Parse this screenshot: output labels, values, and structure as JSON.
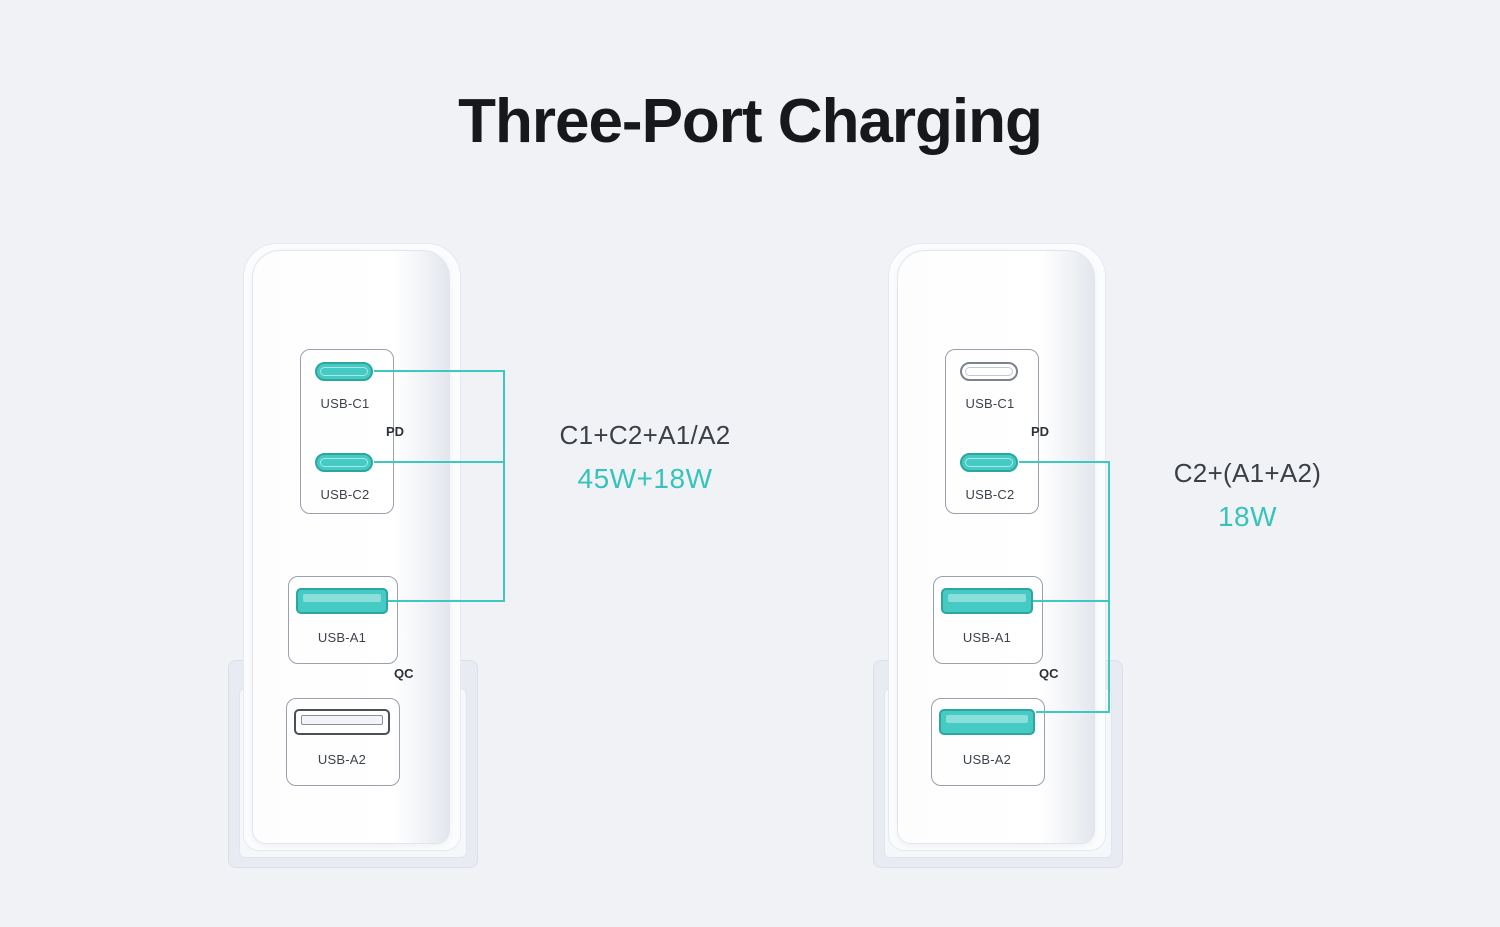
{
  "title": "Three-Port Charging",
  "colors": {
    "accent": "#3FC8C0",
    "title": "#17181B"
  },
  "port_labels": {
    "c1": "USB-C1",
    "c2": "USB-C2",
    "a1": "USB-A1",
    "a2": "USB-A2",
    "pd": "PD",
    "qc": "QC"
  },
  "chargers": [
    {
      "name": "left-charger",
      "ports": {
        "c1": true,
        "c2": true,
        "a1": true,
        "a2": false
      },
      "callout": {
        "combo": "C1+C2+A1/A2",
        "watts": "45W+18W"
      }
    },
    {
      "name": "right-charger",
      "ports": {
        "c1": false,
        "c2": true,
        "a1": true,
        "a2": true
      },
      "callout": {
        "combo": "C2+(A1+A2)",
        "watts": "18W"
      }
    }
  ]
}
